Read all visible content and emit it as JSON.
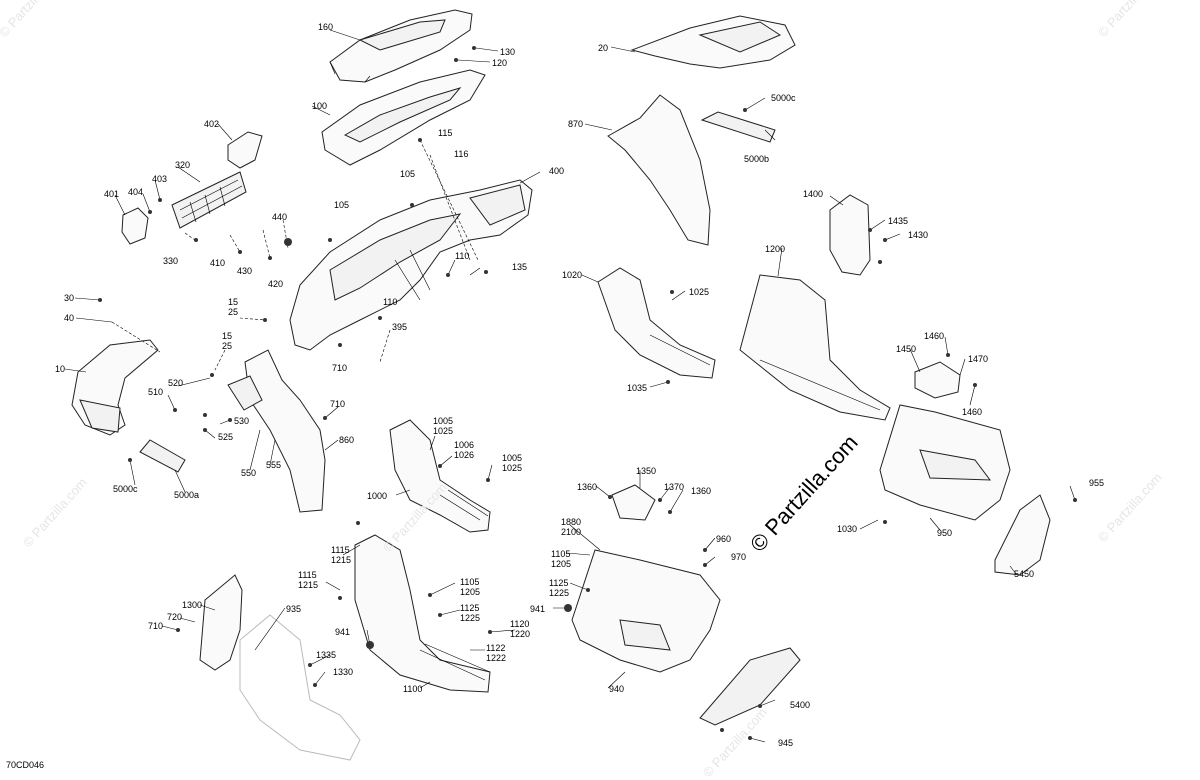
{
  "diagram_code": "70CD046",
  "watermarks": {
    "small": "© Partzilla.com",
    "center": "© Partzilla.com"
  },
  "callouts": [
    {
      "id": "c160",
      "text": "160"
    },
    {
      "id": "c130",
      "text": "130"
    },
    {
      "id": "c120",
      "text": "120"
    },
    {
      "id": "c100",
      "text": "100"
    },
    {
      "id": "c402",
      "text": "402"
    },
    {
      "id": "c320",
      "text": "320"
    },
    {
      "id": "c401",
      "text": "401"
    },
    {
      "id": "c404",
      "text": "404"
    },
    {
      "id": "c403",
      "text": "403"
    },
    {
      "id": "c330",
      "text": "330"
    },
    {
      "id": "c410",
      "text": "410"
    },
    {
      "id": "c430",
      "text": "430"
    },
    {
      "id": "c440",
      "text": "440"
    },
    {
      "id": "c420",
      "text": "420"
    },
    {
      "id": "c115",
      "text": "115"
    },
    {
      "id": "c116",
      "text": "116"
    },
    {
      "id": "c105a",
      "text": "105"
    },
    {
      "id": "c105b",
      "text": "105"
    },
    {
      "id": "c400",
      "text": "400"
    },
    {
      "id": "c110a",
      "text": "110"
    },
    {
      "id": "c110b",
      "text": "110"
    },
    {
      "id": "c135",
      "text": "135"
    },
    {
      "id": "c30",
      "text": "30"
    },
    {
      "id": "c40",
      "text": "40"
    },
    {
      "id": "c15a",
      "text": "15"
    },
    {
      "id": "c25a",
      "text": "25"
    },
    {
      "id": "c15b",
      "text": "15"
    },
    {
      "id": "c25b",
      "text": "25"
    },
    {
      "id": "c395",
      "text": "395"
    },
    {
      "id": "c710a",
      "text": "710"
    },
    {
      "id": "c10",
      "text": "10"
    },
    {
      "id": "c510",
      "text": "510"
    },
    {
      "id": "c520",
      "text": "520"
    },
    {
      "id": "c530",
      "text": "530"
    },
    {
      "id": "c525",
      "text": "525"
    },
    {
      "id": "c710b",
      "text": "710"
    },
    {
      "id": "c860",
      "text": "860"
    },
    {
      "id": "c550",
      "text": "550"
    },
    {
      "id": "c555",
      "text": "555"
    },
    {
      "id": "c5000c_l",
      "text": "5000c"
    },
    {
      "id": "c5000a",
      "text": "5000a"
    },
    {
      "id": "c1005a",
      "text": "1005\n1025"
    },
    {
      "id": "c1006",
      "text": "1006\n1026"
    },
    {
      "id": "c1005b",
      "text": "1005\n1025"
    },
    {
      "id": "c1000",
      "text": "1000"
    },
    {
      "id": "c1115a",
      "text": "1115\n1215"
    },
    {
      "id": "c1115b",
      "text": "1115\n1215"
    },
    {
      "id": "c1105a",
      "text": "1105\n1205"
    },
    {
      "id": "c1125a",
      "text": "1125\n1225"
    },
    {
      "id": "c1120",
      "text": "1120\n1220"
    },
    {
      "id": "c1122",
      "text": "1122\n1222"
    },
    {
      "id": "c941a",
      "text": "941"
    },
    {
      "id": "c1100",
      "text": "1100"
    },
    {
      "id": "c1300",
      "text": "1300"
    },
    {
      "id": "c720",
      "text": "720"
    },
    {
      "id": "c710c",
      "text": "710"
    },
    {
      "id": "c935",
      "text": "935"
    },
    {
      "id": "c1335",
      "text": "1335"
    },
    {
      "id": "c1330",
      "text": "1330"
    },
    {
      "id": "c20",
      "text": "20"
    },
    {
      "id": "c870",
      "text": "870"
    },
    {
      "id": "c5000c_r",
      "text": "5000c"
    },
    {
      "id": "c5000b",
      "text": "5000b"
    },
    {
      "id": "c1400",
      "text": "1400"
    },
    {
      "id": "c1435",
      "text": "1435"
    },
    {
      "id": "c1430",
      "text": "1430"
    },
    {
      "id": "c1200",
      "text": "1200"
    },
    {
      "id": "c1020",
      "text": "1020"
    },
    {
      "id": "c1025",
      "text": "1025"
    },
    {
      "id": "c1035",
      "text": "1035"
    },
    {
      "id": "c1460a",
      "text": "1460"
    },
    {
      "id": "c1450",
      "text": "1450"
    },
    {
      "id": "c1470",
      "text": "1470"
    },
    {
      "id": "c1460b",
      "text": "1460"
    },
    {
      "id": "c1350",
      "text": "1350"
    },
    {
      "id": "c1360a",
      "text": "1360"
    },
    {
      "id": "c1370",
      "text": "1370"
    },
    {
      "id": "c1360b",
      "text": "1360"
    },
    {
      "id": "c955",
      "text": "955"
    },
    {
      "id": "c1030",
      "text": "1030"
    },
    {
      "id": "c950",
      "text": "950"
    },
    {
      "id": "c1880",
      "text": "1880\n2100"
    },
    {
      "id": "c960",
      "text": "960"
    },
    {
      "id": "c970",
      "text": "970"
    },
    {
      "id": "c1105b",
      "text": "1105\n1205"
    },
    {
      "id": "c1125b",
      "text": "1125\n1225"
    },
    {
      "id": "c941b",
      "text": "941"
    },
    {
      "id": "c940",
      "text": "940"
    },
    {
      "id": "c5450",
      "text": "5450"
    },
    {
      "id": "c5400",
      "text": "5400"
    },
    {
      "id": "c945",
      "text": "945"
    }
  ]
}
